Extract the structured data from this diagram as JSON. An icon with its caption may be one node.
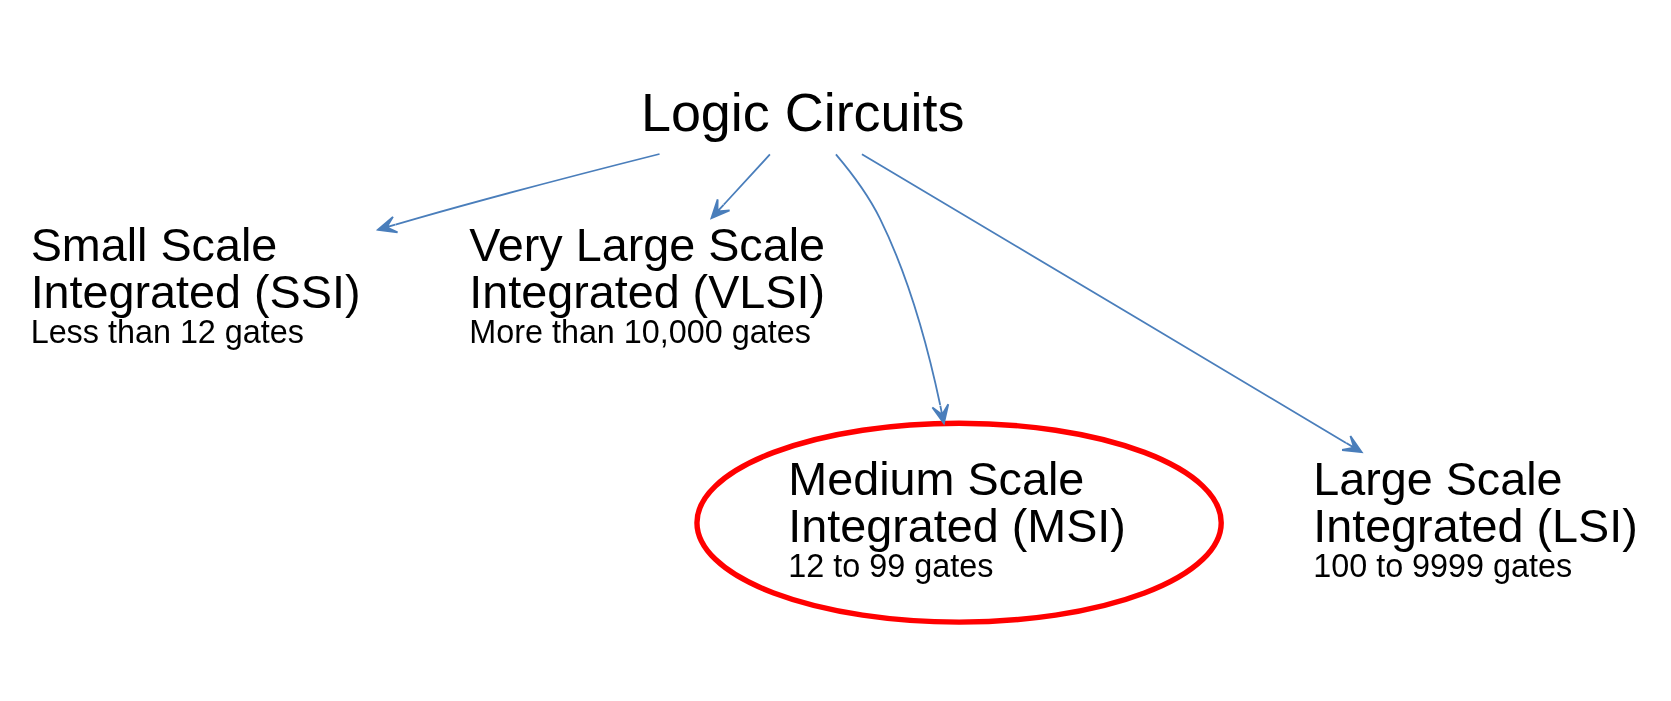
{
  "diagram": {
    "nodes": [
      {
        "text": [
          "Logic Circuits"
        ]
      },
      {
        "text": [
          "Small Scale Integrated (SSI)",
          "Less than 12 gates"
        ]
      },
      {
        "text": [
          "Very Large Scale Integrated (VLSI)",
          "More than 10,000 gates"
        ]
      },
      {
        "text": [
          "Medium Scale Integrated (MSI)",
          "12 to 99 gates"
        ]
      },
      {
        "text": [
          "Large Scale Integrated (LSI)",
          "100 to 9999 gates"
        ]
      }
    ],
    "edges": [
      {
        "from": 0,
        "to": 1,
        "arrow": "to"
      },
      {
        "from": 0,
        "to": 3,
        "arrow": "to"
      },
      {
        "from": 0,
        "to": 4,
        "arrow": "to"
      },
      {
        "from": 0,
        "to": 2,
        "arrow": "to"
      }
    ]
  }
}
